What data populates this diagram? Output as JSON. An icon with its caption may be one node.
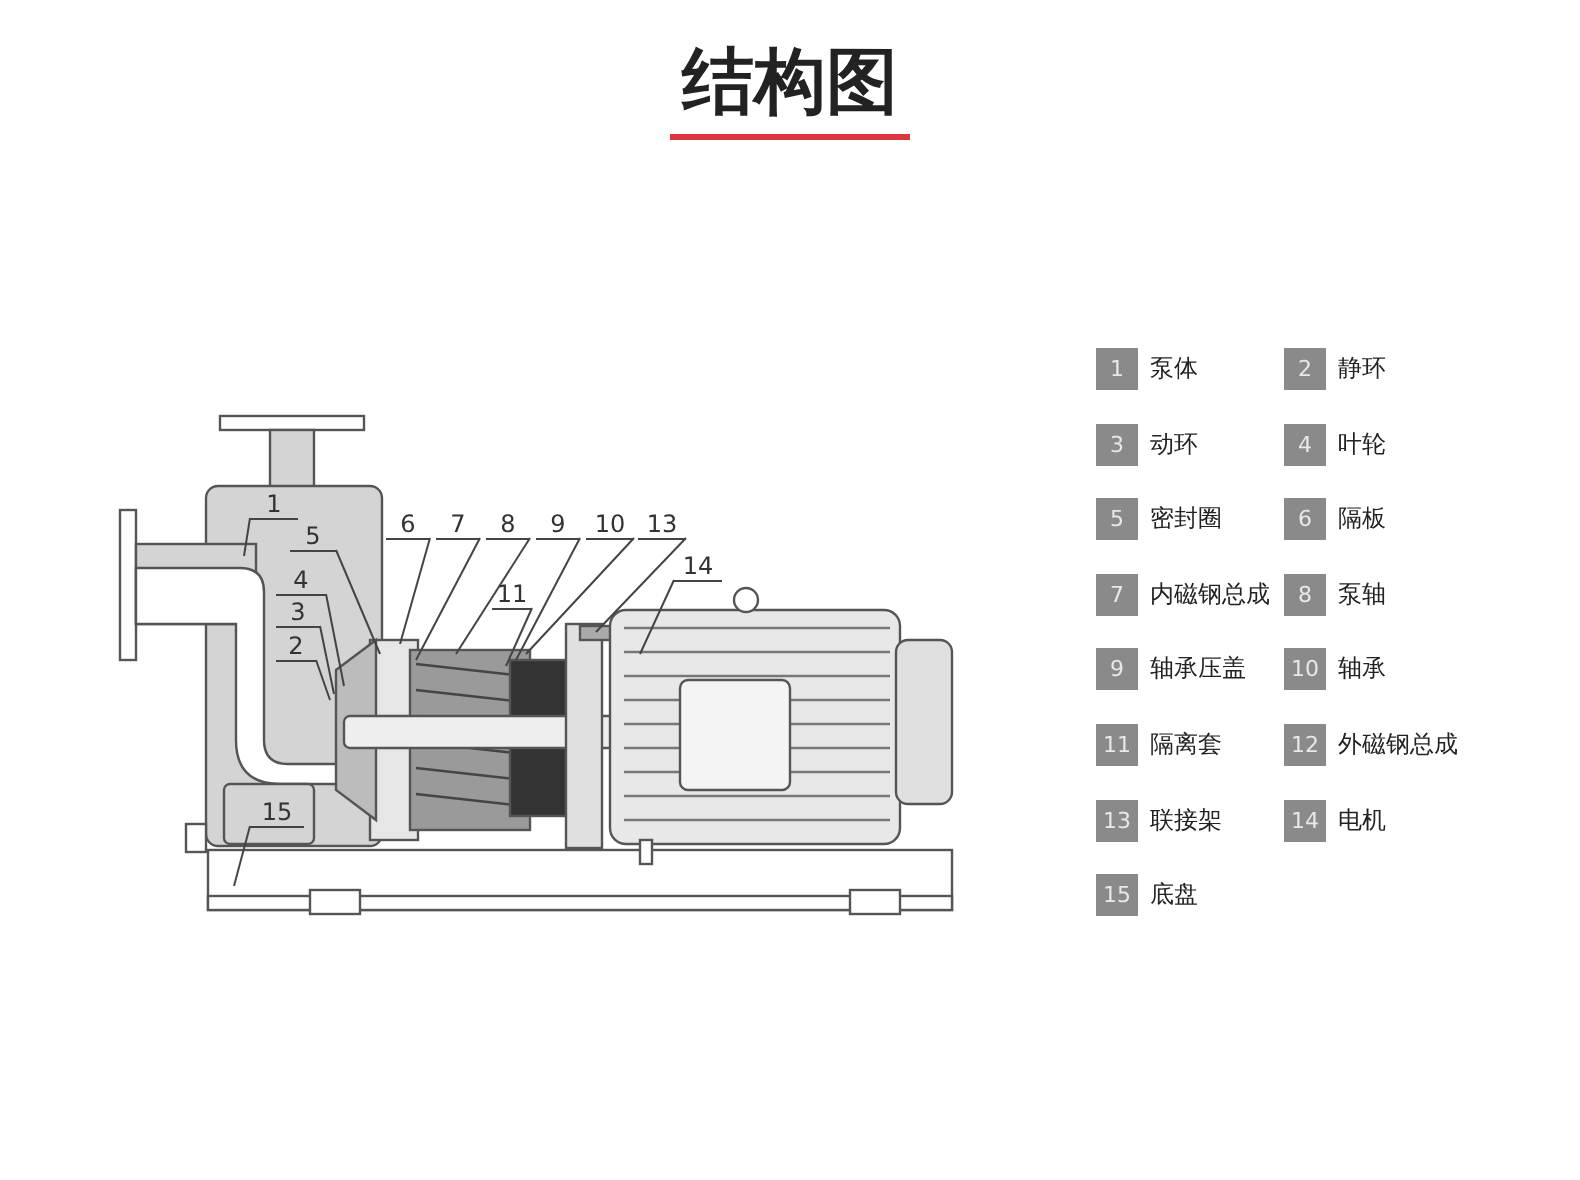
{
  "diagram": {
    "title": "结构图",
    "nodes": [
      {
        "text": [
          "1"
        ]
      },
      {
        "text": [
          "5"
        ]
      },
      {
        "text": [
          "4"
        ]
      },
      {
        "text": [
          "3"
        ]
      },
      {
        "text": [
          "2"
        ]
      },
      {
        "text": [
          "6"
        ]
      },
      {
        "text": [
          "7"
        ]
      },
      {
        "text": [
          "8"
        ]
      },
      {
        "text": [
          "9"
        ]
      },
      {
        "text": [
          "10"
        ]
      },
      {
        "text": [
          "13"
        ]
      },
      {
        "text": [
          "11"
        ]
      },
      {
        "text": [
          "14"
        ]
      },
      {
        "text": [
          "15"
        ]
      },
      {
        "text": [
          "1"
        ],
        "beside": [
          "泵体"
        ]
      },
      {
        "text": [
          "2"
        ],
        "beside": [
          "静环"
        ]
      },
      {
        "text": [
          "3"
        ],
        "beside": [
          "动环"
        ]
      },
      {
        "text": [
          "4"
        ],
        "beside": [
          "叶轮"
        ]
      },
      {
        "text": [
          "5"
        ],
        "beside": [
          "密封圈"
        ]
      },
      {
        "text": [
          "6"
        ],
        "beside": [
          "隔板"
        ]
      },
      {
        "text": [
          "7"
        ],
        "beside": [
          "内磁钢总成"
        ]
      },
      {
        "text": [
          "8"
        ],
        "beside": [
          "泵轴"
        ]
      },
      {
        "text": [
          "9"
        ],
        "beside": [
          "轴承压盖"
        ]
      },
      {
        "text": [
          "10"
        ],
        "beside": [
          "轴承"
        ]
      },
      {
        "text": [
          "11"
        ],
        "beside": [
          "隔离套"
        ]
      },
      {
        "text": [
          "12"
        ],
        "beside": [
          "外磁钢总成"
        ]
      },
      {
        "text": [
          "13"
        ],
        "beside": [
          "联接架"
        ]
      },
      {
        "text": [
          "14"
        ],
        "beside": [
          "电机"
        ]
      },
      {
        "text": [
          "15"
        ],
        "beside": [
          "底盘"
        ]
      }
    ],
    "edges": [
      {
        "from": 0,
        "to": null,
        "arrow": "none"
      },
      {
        "from": 1,
        "to": null,
        "arrow": "none"
      },
      {
        "from": 2,
        "to": null,
        "arrow": "none"
      },
      {
        "from": 3,
        "to": null,
        "arrow": "none"
      },
      {
        "from": 4,
        "to": null,
        "arrow": "none"
      },
      {
        "from": 5,
        "to": null,
        "arrow": "none"
      },
      {
        "from": 6,
        "to": null,
        "arrow": "none"
      },
      {
        "from": 7,
        "to": null,
        "arrow": "none"
      },
      {
        "from": 8,
        "to": null,
        "arrow": "none"
      },
      {
        "from": 9,
        "to": null,
        "arrow": "none"
      },
      {
        "from": 10,
        "to": null,
        "arrow": "none"
      },
      {
        "from": 11,
        "to": null,
        "arrow": "none"
      },
      {
        "from": 12,
        "to": null,
        "arrow": "none"
      },
      {
        "from": 13,
        "to": null,
        "arrow": "none"
      }
    ]
  }
}
